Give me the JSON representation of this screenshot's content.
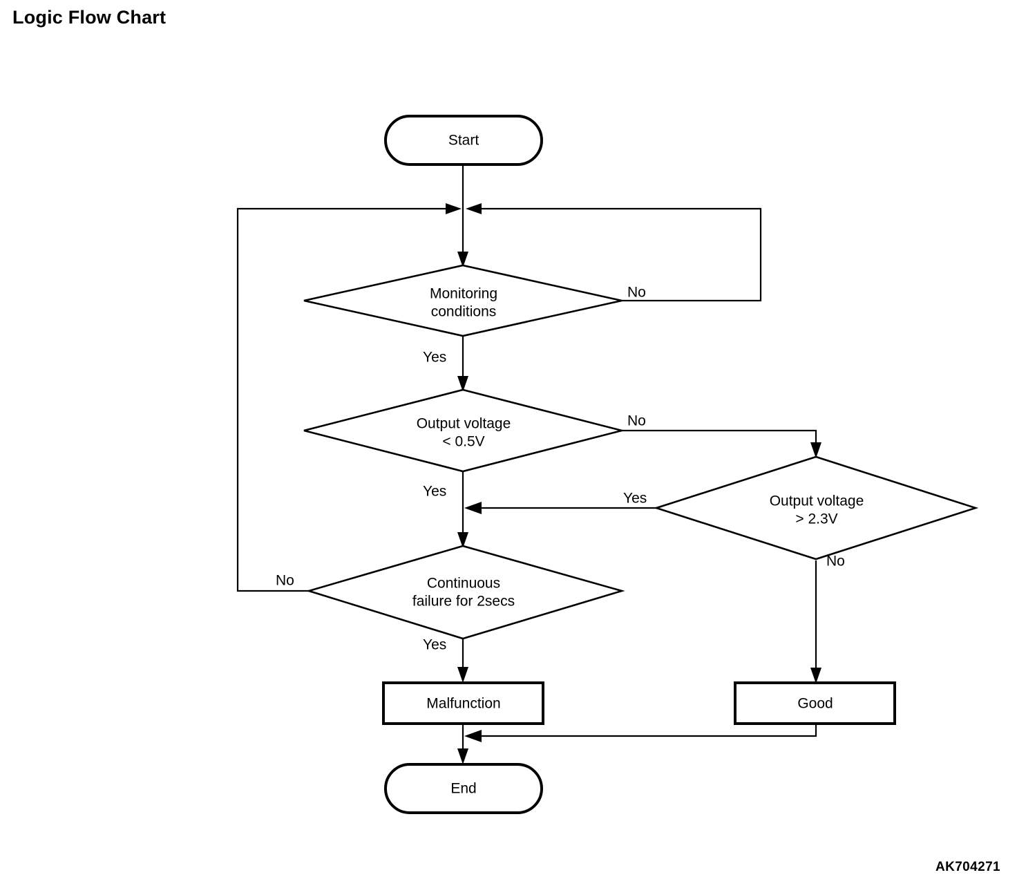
{
  "title": "Logic Flow Chart",
  "figure_code": "AK704271",
  "chart_data": {
    "type": "diagram",
    "diagram_kind": "flowchart",
    "title": "Logic Flow Chart",
    "nodes": [
      {
        "id": "start",
        "shape": "terminator",
        "label": "Start"
      },
      {
        "id": "monitoring",
        "shape": "decision",
        "label": "Monitoring conditions",
        "line1": "Monitoring",
        "line2": "conditions"
      },
      {
        "id": "v_low",
        "shape": "decision",
        "label": "Output voltage < 0.5V",
        "line1": "Output voltage",
        "line2": "< 0.5V"
      },
      {
        "id": "v_high",
        "shape": "decision",
        "label": "Output voltage > 2.3V",
        "line1": "Output voltage",
        "line2": "> 2.3V"
      },
      {
        "id": "continuous",
        "shape": "decision",
        "label": "Continuous failure for 2secs",
        "line1": "Continuous",
        "line2": "failure for 2secs"
      },
      {
        "id": "malfunction",
        "shape": "process",
        "label": "Malfunction"
      },
      {
        "id": "good",
        "shape": "process",
        "label": "Good"
      },
      {
        "id": "end",
        "shape": "terminator",
        "label": "End"
      }
    ],
    "edges": [
      {
        "from": "start",
        "to": "monitoring",
        "label": ""
      },
      {
        "from": "monitoring",
        "to": "v_low",
        "label": "Yes"
      },
      {
        "from": "monitoring",
        "to": "monitoring",
        "label": "No"
      },
      {
        "from": "v_low",
        "to": "continuous",
        "label": "Yes"
      },
      {
        "from": "v_low",
        "to": "v_high",
        "label": "No"
      },
      {
        "from": "v_high",
        "to": "continuous",
        "label": "Yes"
      },
      {
        "from": "v_high",
        "to": "good",
        "label": "No"
      },
      {
        "from": "continuous",
        "to": "malfunction",
        "label": "Yes"
      },
      {
        "from": "continuous",
        "to": "monitoring",
        "label": "No"
      },
      {
        "from": "malfunction",
        "to": "end",
        "label": ""
      },
      {
        "from": "good",
        "to": "end",
        "label": ""
      }
    ]
  },
  "nodes": {
    "start": {
      "label": "Start"
    },
    "monitoring": {
      "line1": "Monitoring",
      "line2": "conditions"
    },
    "v_low": {
      "line1": "Output voltage",
      "line2": "< 0.5V"
    },
    "v_high": {
      "line1": "Output voltage",
      "line2": "> 2.3V"
    },
    "continuous": {
      "line1": "Continuous",
      "line2": "failure for 2secs"
    },
    "malfunction": {
      "label": "Malfunction"
    },
    "good": {
      "label": "Good"
    },
    "end": {
      "label": "End"
    }
  },
  "labels": {
    "monitoring_no": "No",
    "monitoring_yes": "Yes",
    "v_low_no": "No",
    "v_low_yes": "Yes",
    "v_high_yes": "Yes",
    "v_high_no": "No",
    "continuous_no": "No",
    "continuous_yes": "Yes"
  },
  "colors": {
    "stroke": "#000000",
    "fill": "#ffffff",
    "text": "#000000"
  }
}
